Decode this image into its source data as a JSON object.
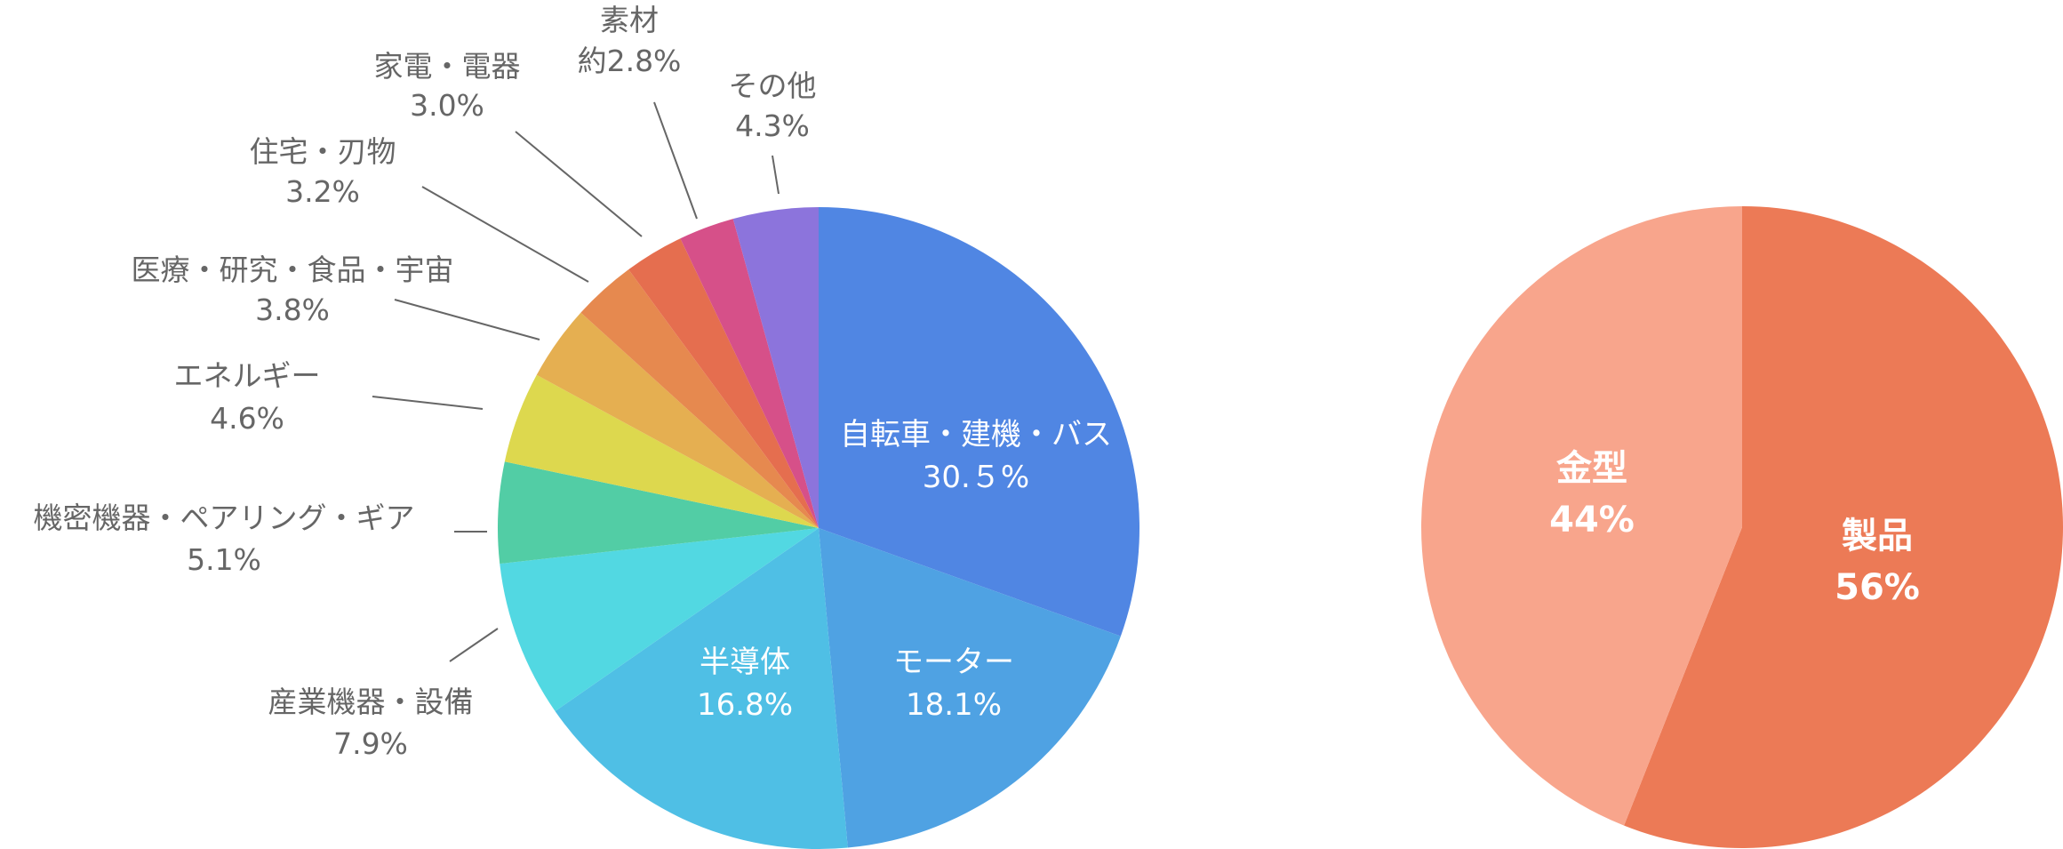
{
  "chart_data": [
    {
      "type": "pie",
      "start": "top",
      "direction": "clockwise",
      "slices": [
        {
          "label": "自転車・建機・バス",
          "value_text": "30.５%",
          "value": 30.5,
          "color": "#5086E3"
        },
        {
          "label": "モーター",
          "value_text": "18.1%",
          "value": 18.1,
          "color": "#4FA2E3"
        },
        {
          "label": "半導体",
          "value_text": "16.8%",
          "value": 16.8,
          "color": "#4FBFE5"
        },
        {
          "label": "産業機器・設備",
          "value_text": "7.9%",
          "value": 7.9,
          "color": "#52D8E2"
        },
        {
          "label": "機密機器・ペアリング・ギア",
          "value_text": "5.1%",
          "value": 5.1,
          "color": "#52CDA5"
        },
        {
          "label": "エネルギー",
          "value_text": "4.6%",
          "value": 4.6,
          "color": "#DDD84E"
        },
        {
          "label": "医療・研究・食品・宇宙",
          "value_text": "3.8%",
          "value": 3.8,
          "color": "#E5AF51"
        },
        {
          "label": "住宅・刃物",
          "value_text": "3.2%",
          "value": 3.2,
          "color": "#E6894F"
        },
        {
          "label": "家電・電器",
          "value_text": "3.0%",
          "value": 3.0,
          "color": "#E56E4F"
        },
        {
          "label": "素材",
          "value_text": "約2.8%",
          "value": 2.8,
          "color": "#D65089"
        },
        {
          "label": "その他",
          "value_text": "4.3%",
          "value": 4.3,
          "color": "#8C74DC"
        }
      ]
    },
    {
      "type": "pie",
      "start": "top",
      "direction": "clockwise",
      "slices": [
        {
          "label": "製品",
          "value_text": "56%",
          "value": 56,
          "color": "#EC7A56"
        },
        {
          "label": "金型",
          "value_text": "44%",
          "value": 44,
          "color": "#F8A58C"
        }
      ]
    }
  ]
}
